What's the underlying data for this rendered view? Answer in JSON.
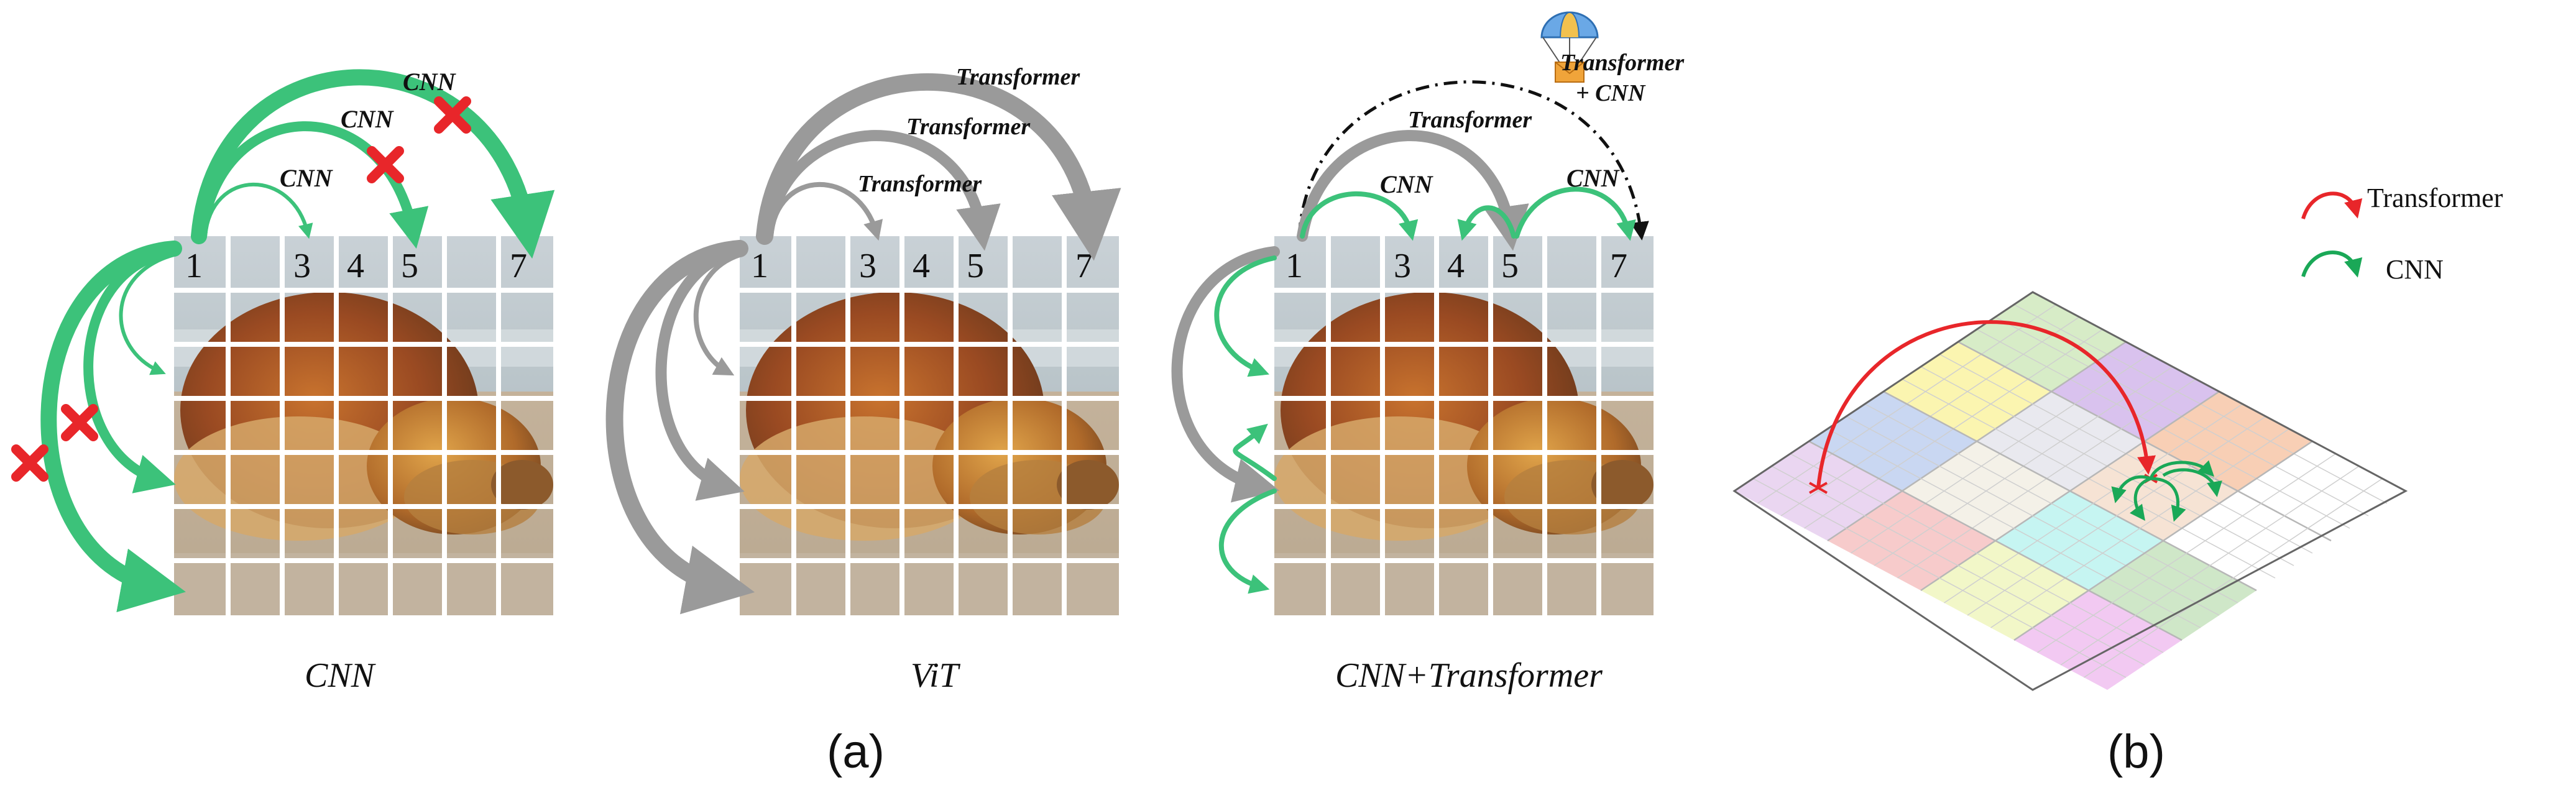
{
  "panels": {
    "cnn": {
      "caption": "CNN",
      "patch_numbers": [
        "1",
        "3",
        "4",
        "5",
        "7"
      ],
      "arc_labels": [
        "CNN",
        "CNN",
        "CNN"
      ]
    },
    "vit": {
      "caption": "ViT",
      "patch_numbers": [
        "1",
        "3",
        "4",
        "5",
        "7"
      ],
      "arc_labels": [
        "Transformer",
        "Transformer",
        "Transformer"
      ]
    },
    "hybrid": {
      "caption": "CNN+Transformer",
      "patch_numbers": [
        "1",
        "3",
        "4",
        "5",
        "7"
      ],
      "arc_labels": [
        "Transformer",
        "CNN",
        "CNN"
      ],
      "top_label_line1": "Transformer",
      "top_label_line2": "+ CNN"
    }
  },
  "subfig_labels": {
    "a": "(a)",
    "b": "(b)"
  },
  "legend": {
    "transformer": "Transformer",
    "cnn": "CNN",
    "transformer_color": "#e8262a",
    "cnn_color": "#2db56a"
  },
  "colors": {
    "cnn_green": "#3cc27a",
    "vit_gray": "#9a9a9a",
    "cross_red": "#e8262a"
  },
  "icons": [
    "cross-icon",
    "parachute-mail-icon"
  ]
}
